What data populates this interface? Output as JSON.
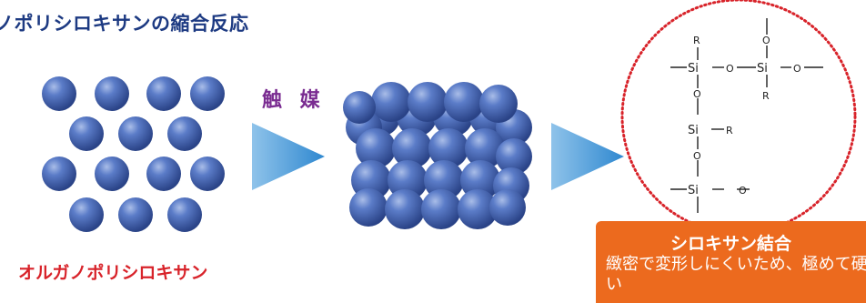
{
  "title": "ノポリシロキサンの縮合反応",
  "catalyst_label": "触 媒",
  "left_caption": "オルガノポリシロキサン",
  "result": {
    "title": "シロキサン結合",
    "description": "緻密で変形しにくいため、極めて硬い"
  },
  "structure": {
    "si": "Si",
    "o": "O",
    "r": "R"
  },
  "colors": {
    "title": "#1d3a82",
    "catalyst": "#7a2c91",
    "caption": "#d8232a",
    "result_box": "#ec6a1e",
    "sphere": "#3d5fb0",
    "arrow": "#5aa7de",
    "dotted_circle": "#d8232a"
  }
}
